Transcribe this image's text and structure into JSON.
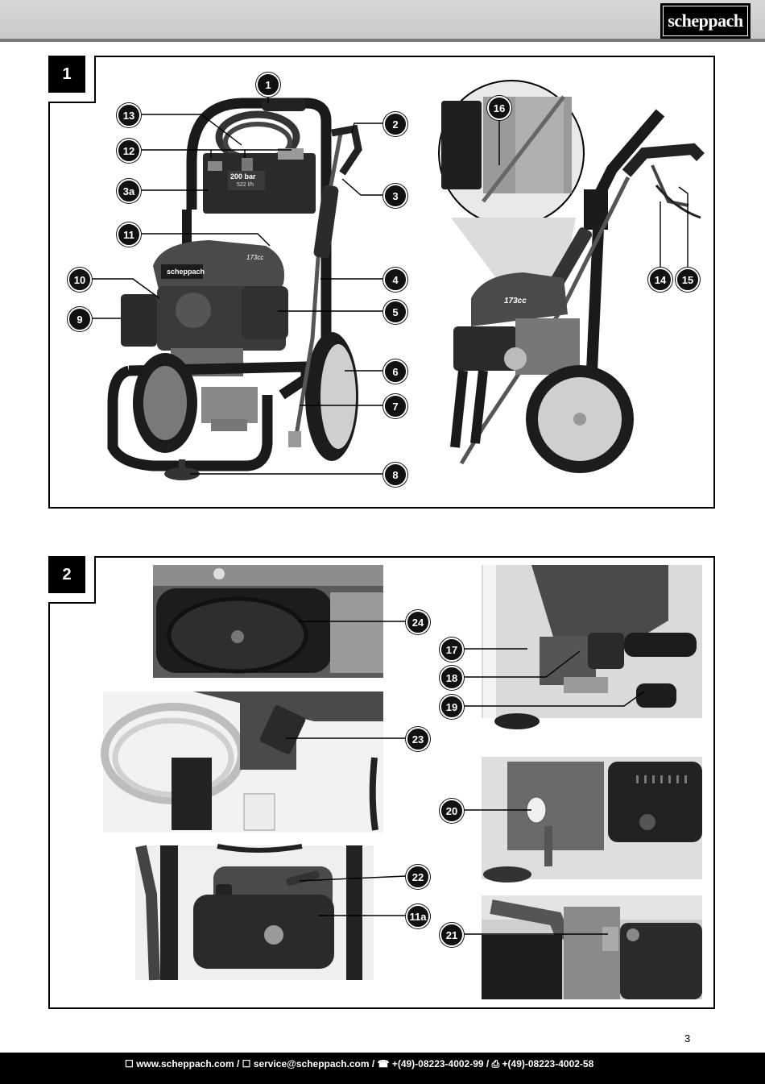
{
  "header": {
    "brand": "scheppach"
  },
  "figure1": {
    "label": "1",
    "callouts": [
      "1",
      "13",
      "12",
      "3a",
      "11",
      "10",
      "9",
      "2",
      "3",
      "4",
      "5",
      "6",
      "7",
      "8",
      "16",
      "14",
      "15"
    ],
    "display_cap": "200 bar",
    "display_flow": "522 l/h",
    "badge": "173cc"
  },
  "figure2": {
    "label": "2",
    "callouts": [
      "24",
      "23",
      "22",
      "11a",
      "17",
      "18",
      "19",
      "20",
      "21"
    ]
  },
  "page_number": "3",
  "footer": {
    "contact": "☐ www.scheppach.com / ☐ service@scheppach.com / ☎ +(49)-08223-4002-99 / ⎙ +(49)-08223-4002-58"
  }
}
